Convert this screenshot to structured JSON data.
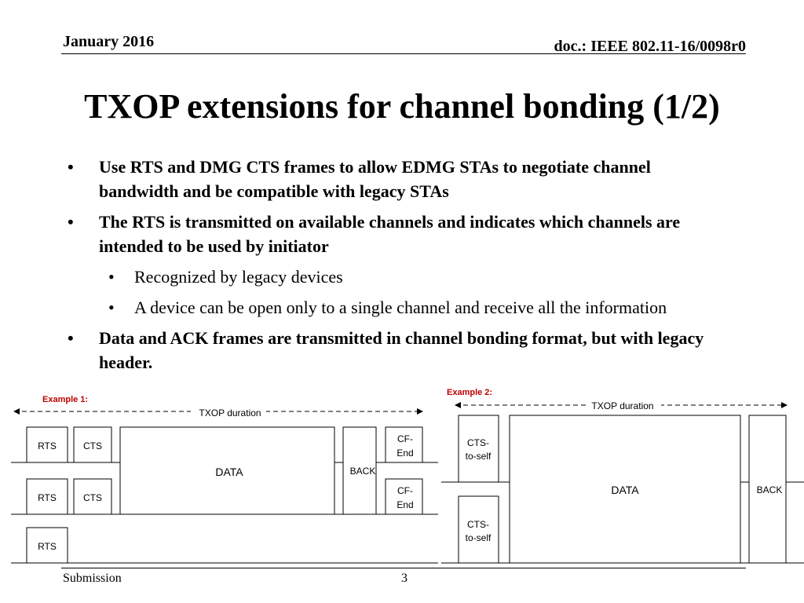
{
  "header": {
    "date": "January 2016",
    "doc": "doc.: IEEE 802.11-16/0098r0"
  },
  "title": "TXOP extensions for channel bonding (1/2)",
  "bullets": [
    {
      "level": 1,
      "bold": true,
      "text": "Use RTS and DMG CTS frames to allow EDMG STAs to negotiate channel bandwidth and be compatible with legacy STAs"
    },
    {
      "level": 1,
      "bold": true,
      "text": "The RTS is transmitted on available channels and indicates which channels are intended to be used by initiator"
    },
    {
      "level": 2,
      "bold": false,
      "text": "Recognized by legacy devices"
    },
    {
      "level": 2,
      "bold": false,
      "text": "A device can be open only to a single channel and receive all the information"
    },
    {
      "level": 1,
      "bold": true,
      "text": "Data and ACK frames are transmitted in channel bonding format, but with legacy header."
    }
  ],
  "bullet_symbol": "•",
  "example1": {
    "label": "Example 1:",
    "duration": "TXOP duration",
    "rts": "RTS",
    "cts": "CTS",
    "data": "DATA",
    "back": "BACK",
    "cfend_1": "CF-",
    "cfend_2": "End"
  },
  "example2": {
    "label": "Example 2:",
    "duration": "TXOP duration",
    "cts_self_1": "CTS-",
    "cts_self_2": "to-self",
    "data": "DATA",
    "back": "BACK"
  },
  "footer": {
    "left": "Submission",
    "page": "3"
  },
  "colors": {
    "example_label": "#c00000",
    "text": "#000000"
  }
}
